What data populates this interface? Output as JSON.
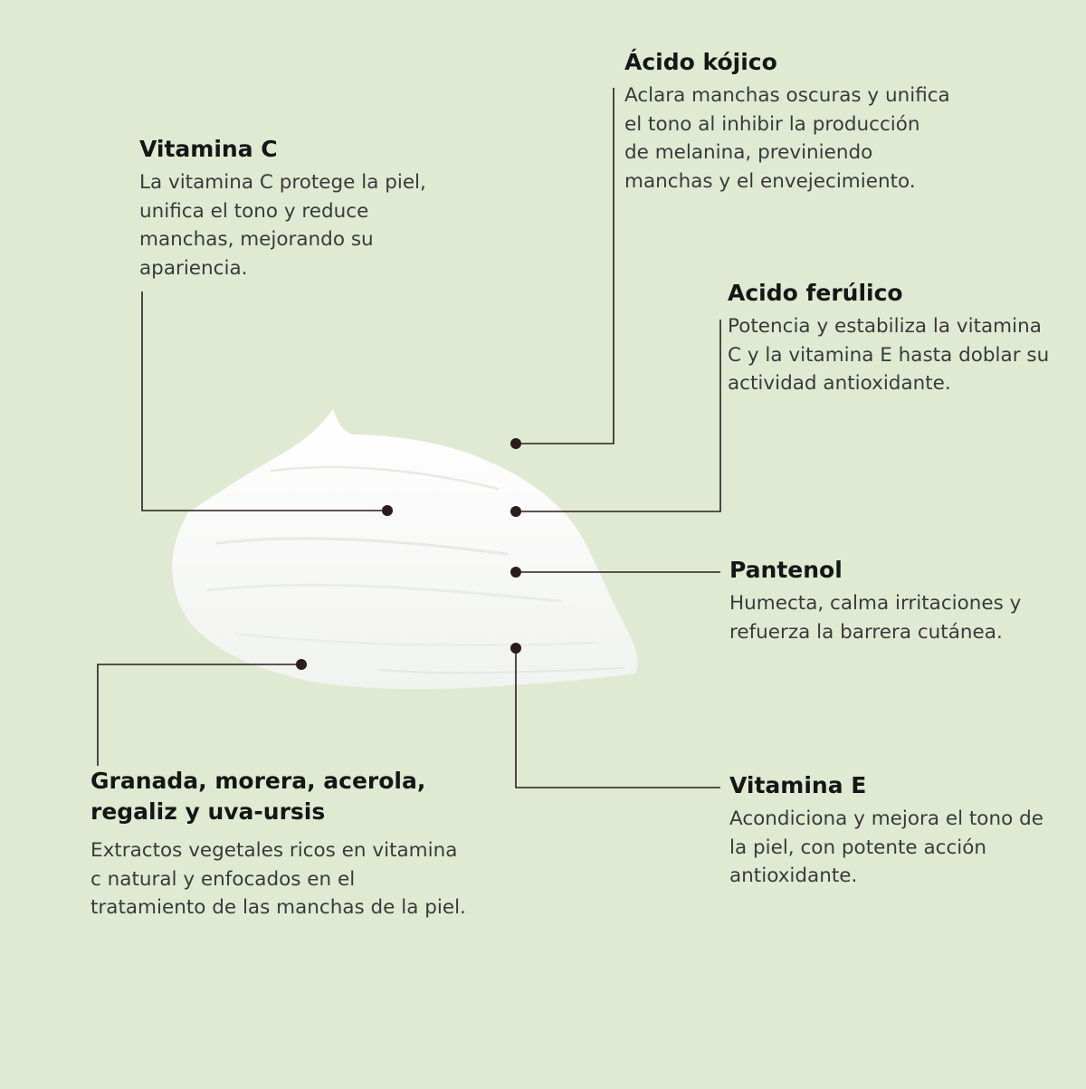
{
  "colors": {
    "background": "#e0ead3",
    "cream": "#ffffff",
    "leader_line": "#2b1d1a",
    "dot": "#2b1d1a",
    "heading": "#161616",
    "body_text": "#3a3a3a"
  },
  "ingredients": {
    "vitamina_c": {
      "title": "Vitamina C",
      "description": "La vitamina C protege la piel, unifica el tono y reduce manchas, mejorando su apariencia."
    },
    "acido_kojico": {
      "title": "Ácido kójico",
      "description": "Aclara manchas oscuras y unifica el tono al inhibir la producción de melanina, previniendo manchas y el envejecimiento."
    },
    "acido_ferulico": {
      "title": "Acido ferúlico",
      "description": "Potencia y estabiliza la vitamina C y la vitamina E hasta doblar su actividad antioxidante."
    },
    "pantenol": {
      "title": "Pantenol",
      "description": "Humecta, calma irritaciones y refuerza la barrera cutánea."
    },
    "vitamina_e": {
      "title": "Vitamina E",
      "description": "Acondiciona y mejora el tono de la piel, con potente acción antioxidante."
    },
    "extractos": {
      "title": "Granada, morera, acerola, regaliz y uva-ursis",
      "description": "Extractos vegetales ricos en vitamina c natural y enfocados en el tratamiento de las manchas de la piel."
    }
  }
}
